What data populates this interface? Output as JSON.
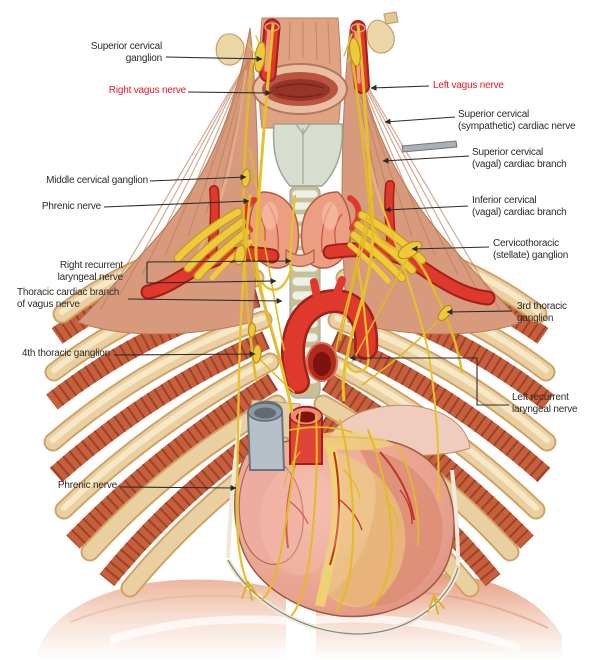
{
  "figure": {
    "kind": "anatomical illustration",
    "labels": {
      "superior_cervical_ganglion": "Superior cervical\nganglion",
      "right_vagus_nerve": "Right vagus nerve",
      "left_vagus_nerve": "Left vagus nerve",
      "superior_cervical_sympathetic": "Superior cervical\n(sympathetic) cardiac nerve",
      "superior_cervical_vagal": "Superior cervical\n(vagal) cardiac branch",
      "middle_cervical_ganglion": "Middle cervical ganglion",
      "phrenic_nerve_upper": "Phrenic nerve",
      "inferior_cervical_vagal": "Inferior cervical\n(vagal) cardiac branch",
      "cervicothoracic_ganglion": "Cervicothoracic\n(stellate) ganglion",
      "right_recurrent_laryngeal": "Right recurrent\nlaryngeal nerve",
      "thoracic_cardiac_branch": "Thoracic cardiac branch\nof vagus nerve",
      "third_thoracic_ganglion": "3rd thoracic\nganglion",
      "fourth_thoracic_ganglion": "4th thoracic ganglion",
      "left_recurrent_laryngeal": "Left recurrent\nlaryngeal nerve",
      "phrenic_nerve_lower": "Phrenic nerve"
    }
  },
  "colors": {
    "label_text": "#2f2a26",
    "label_highlight": "#e8182c",
    "leader_line": "#2b2b28",
    "nerve_yellow": "#eecb30",
    "artery_red": "#df392d",
    "vein_gray": "#b7c0c8",
    "muscle_salmon": "#d89a7c",
    "intercostal_red": "#c4613c",
    "bone_tan": "#ead0a0",
    "cartilage_sage": "#d8decf",
    "thyroid_pink": "#ec9e82",
    "heart_pink": "#e8a18e"
  }
}
